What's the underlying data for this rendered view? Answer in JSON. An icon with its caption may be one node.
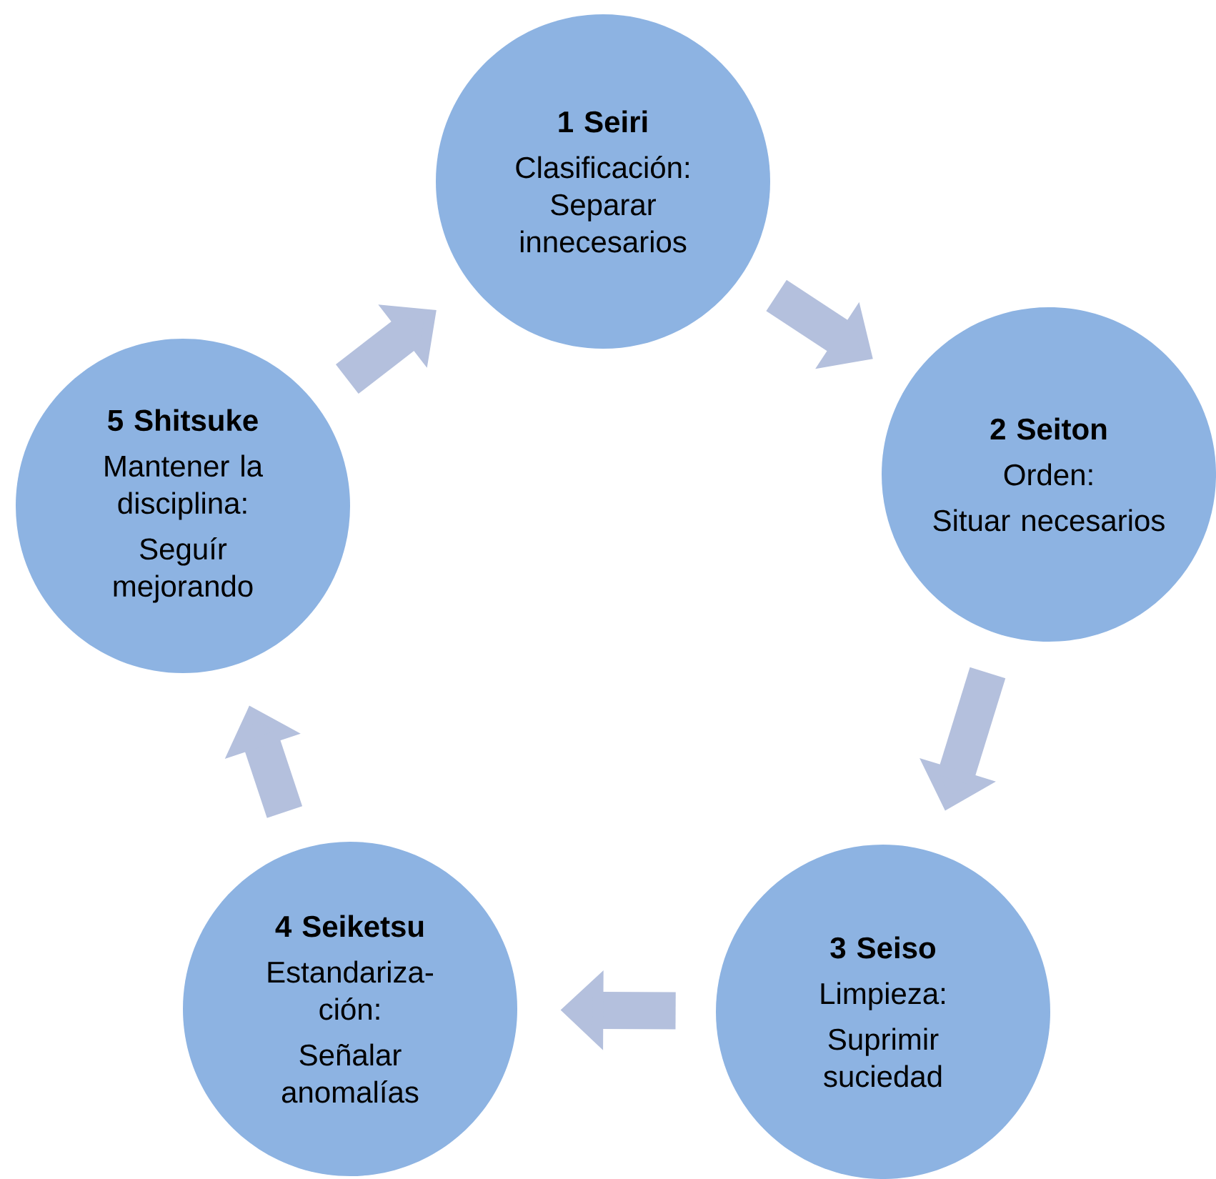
{
  "diagram": {
    "nodes": [
      {
        "text": [
          "1 Seiri",
          "Clasificación: Separar innecesarios"
        ]
      },
      {
        "text": [
          "2 Seiton",
          "Orden:",
          "Situar necesarios"
        ]
      },
      {
        "text": [
          "3 Seiso",
          "Limpieza:",
          "Suprimir suciedad"
        ]
      },
      {
        "text": [
          "4 Seiketsu",
          "Estandariza- ción:",
          "Señalar anomalías"
        ]
      },
      {
        "text": [
          "5 Shitsuke",
          "Mantener la disciplina:",
          "Seguír mejorando"
        ]
      }
    ],
    "edges": [
      {
        "from": 0,
        "to": 1,
        "arrow": "to"
      },
      {
        "from": 1,
        "to": 2,
        "arrow": "to"
      },
      {
        "from": 2,
        "to": 3,
        "arrow": "to"
      },
      {
        "from": 3,
        "to": 4,
        "arrow": "to"
      },
      {
        "from": 4,
        "to": 0,
        "arrow": "to"
      }
    ]
  }
}
